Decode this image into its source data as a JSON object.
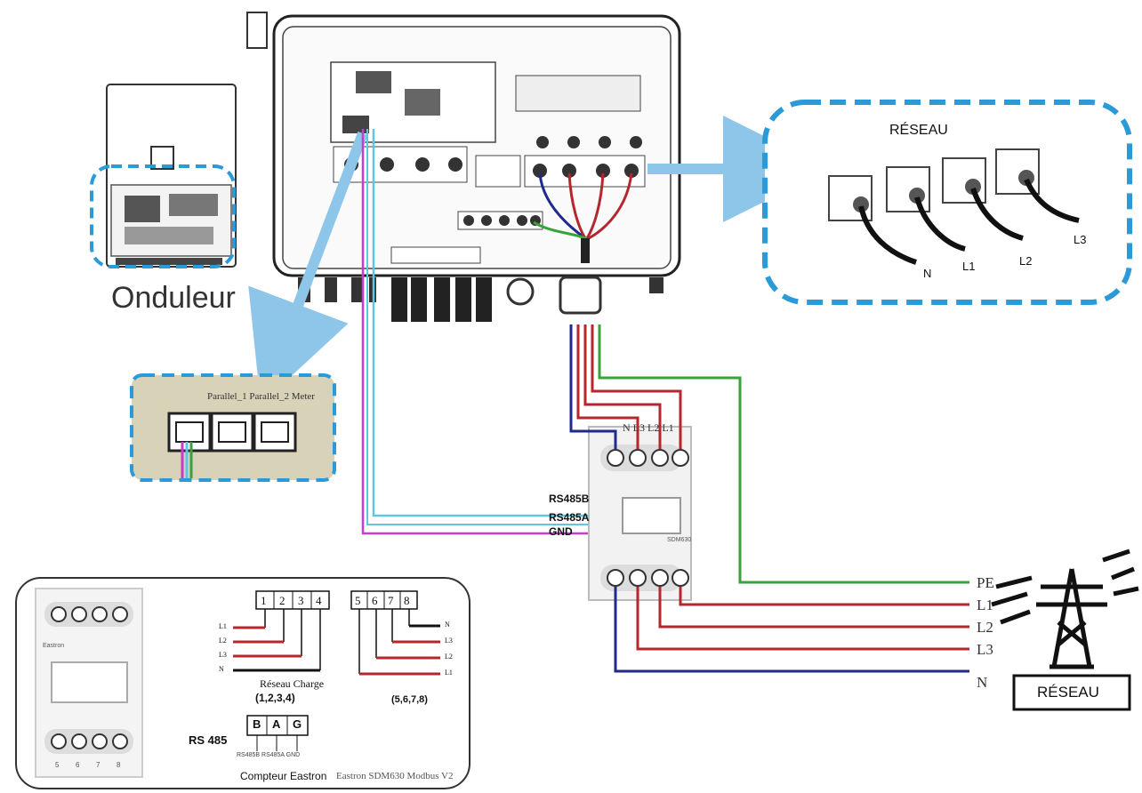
{
  "labels": {
    "inverter": "Onduleur",
    "grid_top": "RÉSEAU",
    "grid_tower": "RÉSEAU",
    "ports": "Parallel_1 Parallel_2 Meter",
    "rs485b": "RS485B",
    "rs485a": "RS485A",
    "gnd": "GND",
    "meter_top_terminals": "N L3 L2 L1",
    "meter_id": "SDM630",
    "footer_brand": "Compteur Eastron",
    "footer_model": "Eastron SDM630 Modbus V2"
  },
  "ct_labels": [
    "N",
    "L1",
    "L2",
    "L3"
  ],
  "grid_lines": [
    "PE",
    "L1",
    "L2",
    "L3",
    "N"
  ],
  "legend": {
    "terminals_left": [
      "1",
      "2",
      "3",
      "4"
    ],
    "terminals_right": [
      "5",
      "6",
      "7",
      "8"
    ],
    "left_side_labels": [
      "L1",
      "L2",
      "L3",
      "N"
    ],
    "right_side_labels": [
      "N",
      "L3",
      "L2",
      "L1"
    ],
    "reseau_charge": "Réseau Charge",
    "group_left": "(1,2,3,4)",
    "group_right": "(5,6,7,8)",
    "rs485": "RS 485",
    "bag": [
      "B",
      "A",
      "G"
    ],
    "rs485_pins": "RS485B RS485A GND",
    "meter_brand": "Eastron",
    "meter_pins": [
      "5",
      "6",
      "7",
      "8"
    ]
  },
  "colors": {
    "blue_dash": "#2a9ad8",
    "arrow": "#8ec6ea",
    "red": "#b3272d",
    "navy": "#1f2a8a",
    "green": "#3aa23a",
    "magenta": "#c93bc9",
    "cyan": "#5cc8e0",
    "panel": "#d8d2b8"
  }
}
